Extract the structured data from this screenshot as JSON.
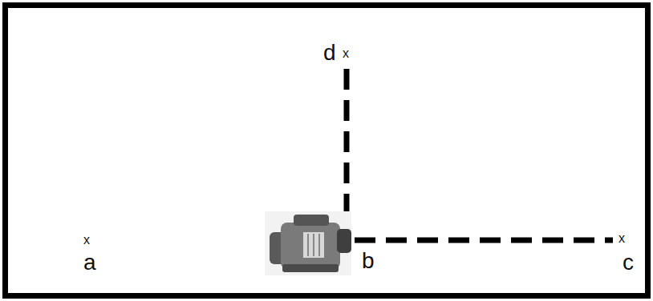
{
  "diagram": {
    "labels": [
      "d",
      "x",
      "x",
      "a",
      "b",
      "x",
      "c"
    ]
  }
}
